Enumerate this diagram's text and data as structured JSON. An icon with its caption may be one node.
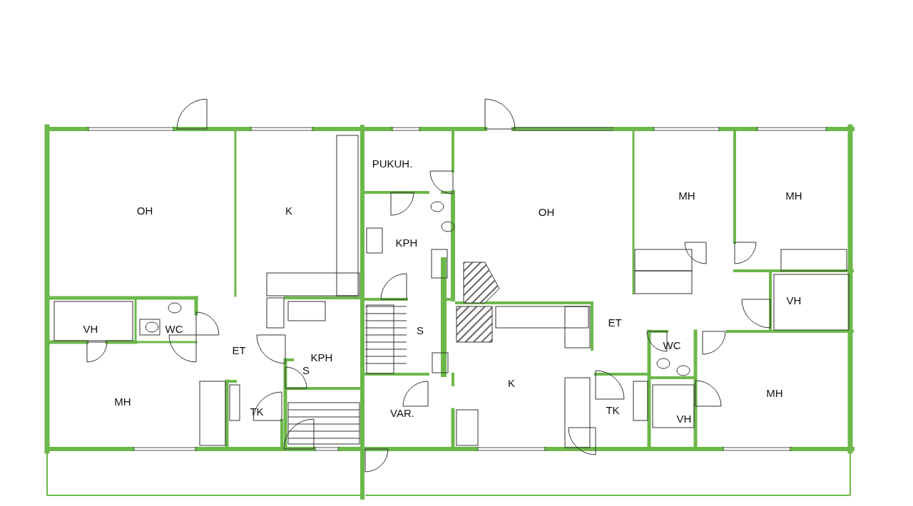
{
  "diagram": {
    "labels": [
      "PUKUH.",
      "MH",
      "MH",
      "OH",
      "K",
      "OH",
      "KPH",
      "VH",
      "ET",
      "VH",
      "WC",
      "S",
      "WC",
      "ET",
      "KPH",
      "S",
      "K",
      "MH",
      "MH",
      "TK",
      "VAR.",
      "TK",
      "VH"
    ]
  }
}
